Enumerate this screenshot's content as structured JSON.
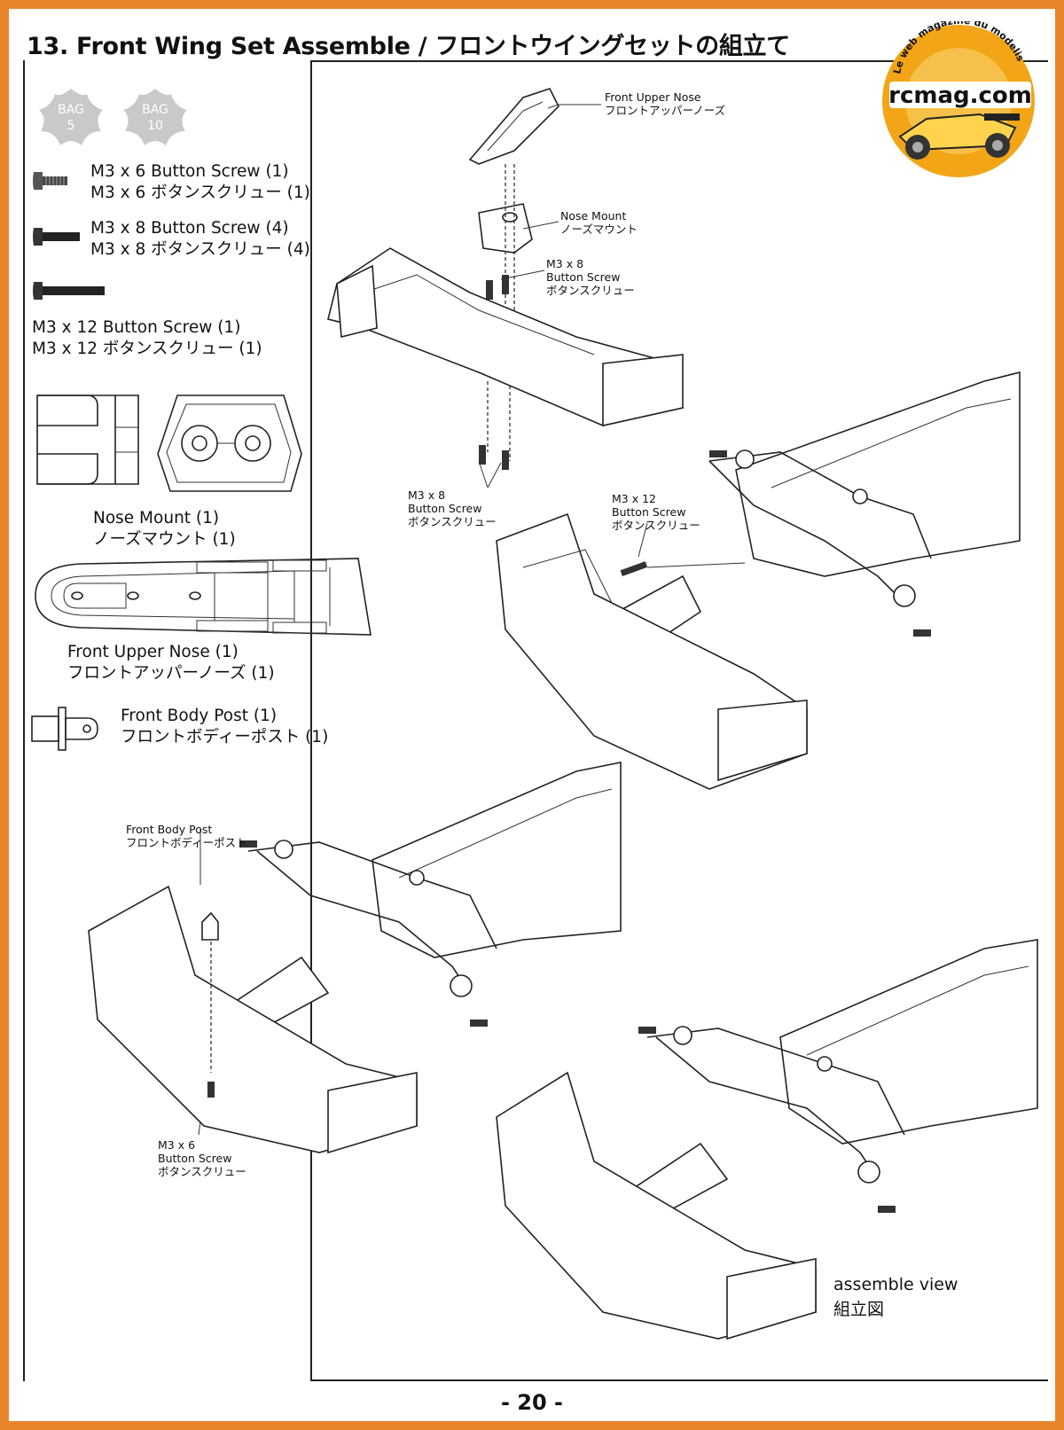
{
  "title": {
    "en": "13. Front Wing Set Assemble / ",
    "jp": "フロントウイングセットの組立て"
  },
  "bags": [
    "BAG\n5",
    "BAG\n10"
  ],
  "bag_labels": {
    "b1_word": "BAG",
    "b1_num": "5",
    "b2_word": "BAG",
    "b2_num": "10"
  },
  "parts": {
    "screw6_en": "M3 x 6 Button Screw (1)",
    "screw6_jp": "M3 x 6 ボタンスクリュー (1)",
    "screw8_en": "M3 x 8 Button Screw (4)",
    "screw8_jp": "M3 x 8 ボタンスクリュー (4)",
    "screw12_en": "M3 x 12 Button Screw (1)",
    "screw12_jp": "M3 x 12 ボタンスクリュー (1)",
    "nose_mount_en": "Nose Mount (1)",
    "nose_mount_jp": "ノーズマウント (1)",
    "upper_nose_en": "Front Upper Nose (1)",
    "upper_nose_jp": "フロントアッパーノーズ (1)",
    "body_post_en": "Front Body Post (1)",
    "body_post_jp": "フロントボディーポスト (1)"
  },
  "callouts": {
    "upper_nose_en": "Front Upper Nose",
    "upper_nose_jp": "フロントアッパーノーズ",
    "nose_mount_en": "Nose Mount",
    "nose_mount_jp": "ノーズマウント",
    "m3x8_top_1": "M3 x 8",
    "m3x8_top_2": "Button Screw",
    "m3x8_top_3": "ボタンスクリュー",
    "m3x8_bot_1": "M3 x 8",
    "m3x8_bot_2": "Button Screw",
    "m3x8_bot_3": "ボタンスクリュー",
    "m3x12_1": "M3 x 12",
    "m3x12_2": "Button Screw",
    "m3x12_3": "ボタンスクリュー",
    "body_post_en": "Front Body Post",
    "body_post_jp": "フロントボディーポスト",
    "m3x6_1": "M3 x 6",
    "m3x6_2": "Button Screw",
    "m3x6_3": "ボタンスクリュー"
  },
  "assemble_view": {
    "en": "assemble view",
    "jp": "組立図"
  },
  "logo": {
    "site": "rcmag.com",
    "tagline": "Le web magazine du modelisme",
    "colors": {
      "ring": "#f2a516",
      "inner": "#ffffff",
      "text": "#111111"
    }
  },
  "page_number": "- 20 -",
  "colors": {
    "border": "#e8832a",
    "ink": "#222222",
    "badge": "#c9c9c9"
  }
}
